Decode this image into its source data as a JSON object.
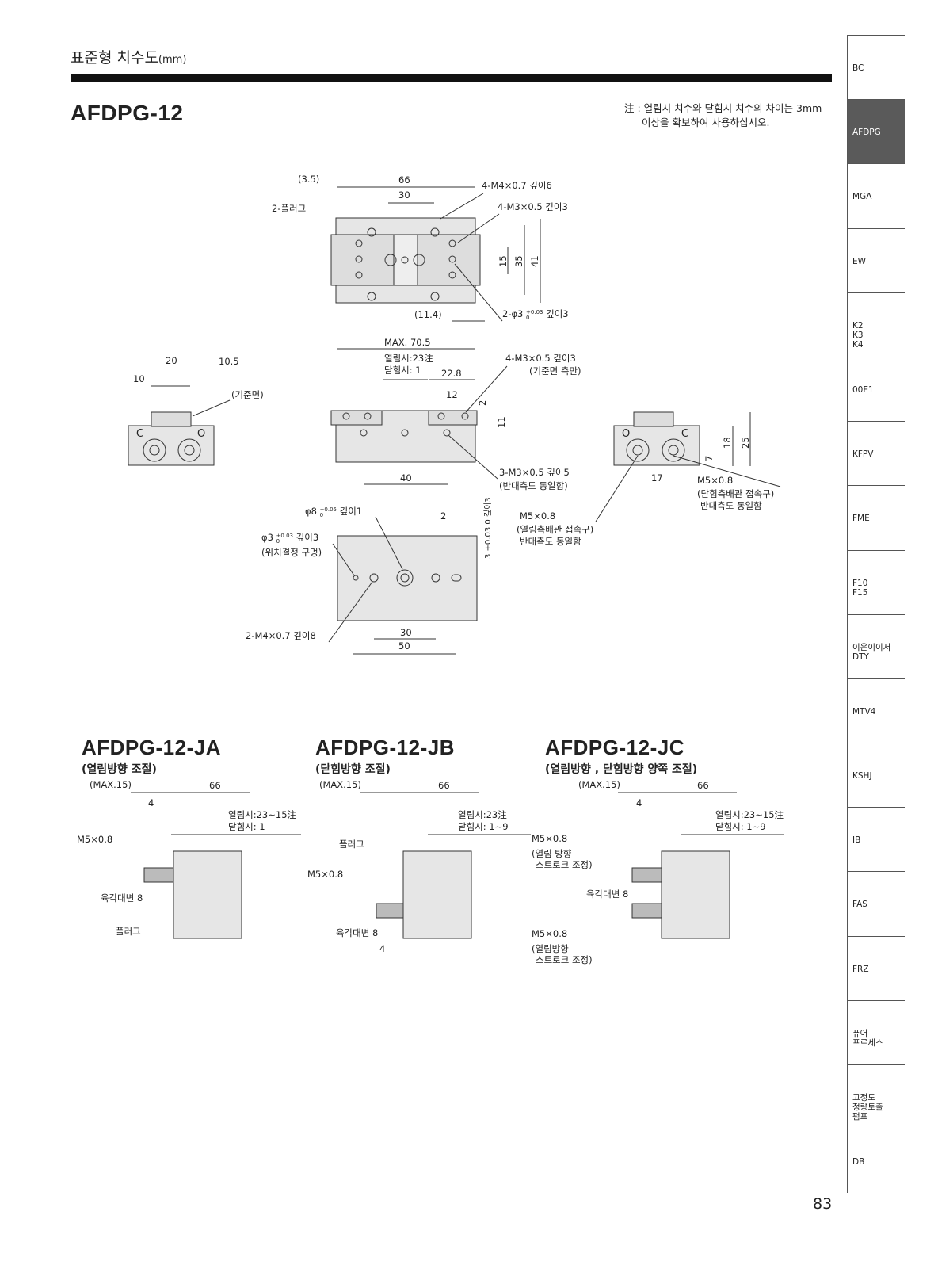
{
  "header": {
    "title": "표준형 치수도",
    "unit": "(mm)"
  },
  "model": "AFDPG-12",
  "note": {
    "line1": "注 : 열림시 치수와 닫힘시 치수의 차이는 3mm",
    "line2": "이상을 확보하여 사용하십시오."
  },
  "top_view": {
    "d35l": "(3.5)",
    "d66": "66",
    "d30": "30",
    "m4": "4-M4×0.7 깊이6",
    "plug": "2-플러그",
    "m3": "4-M3×0.5 깊이3",
    "d15": "15",
    "d35": "35",
    "d41": "41",
    "d114": "(11.4)",
    "phi3": "2-φ3",
    "tol": "+0.03",
    "tol0": "0",
    "depth": "깊이3"
  },
  "front_view": {
    "max": "MAX. 70.5",
    "open": "열림시:23注",
    "close": "닫힘시:  1",
    "d228": "22.8",
    "m3": "4-M3×0.5 깊이3",
    "m3note": "(기준면 측만)",
    "d12": "12",
    "d2": "2",
    "d11": "11",
    "d40": "40",
    "m3b": "3-M3×0.5 깊이5",
    "m3bnote": "(반대측도 동일함)"
  },
  "left_view": {
    "d20": "20",
    "d105": "10.5",
    "d10": "10",
    "ref": "(기준면)",
    "c": "C",
    "o": "O"
  },
  "right_view": {
    "o": "O",
    "c": "C",
    "d7": "7",
    "d18": "18",
    "d25": "25",
    "d17": "17",
    "m5": "M5×0.8",
    "m5note1": "(닫힘측배관 접속구)",
    "m5note2": "반대측도 동일함"
  },
  "bottom_view": {
    "phi8": "φ8",
    "phi8tol": "+0.05",
    "phi8tol0": "0",
    "phi8depth": "깊이1",
    "phi3": "φ3",
    "phi3tol": "+0.03",
    "phi3tol0": "0",
    "phi3depth": "깊이3",
    "phi3note": "(위치결정 구멍)",
    "d2": "2",
    "slot": "3 +0.03 0 깊이3",
    "m5": "M5×0.8",
    "m5note1": "(열림측배관 접속구)",
    "m5note2": "반대측도 동일함",
    "m4": "2-M4×0.7 깊이8",
    "d30": "30",
    "d50": "50"
  },
  "ja": {
    "title": "AFDPG-12-JA",
    "subtitle": "(열림방향 조절)",
    "max": "(MAX.15)",
    "d66": "66",
    "d4": "4",
    "open": "열림시:23∼15注",
    "close": "닫힘시:  1",
    "m5": "M5×0.8",
    "hex": "육각대변 8",
    "plug": "플러그"
  },
  "jb": {
    "title": "AFDPG-12-JB",
    "subtitle": "(닫힘방향 조절)",
    "max": "(MAX.15)",
    "d66": "66",
    "open": "열림시:23注",
    "close": "닫힘시:  1∼9",
    "plug": "플러그",
    "m5": "M5×0.8",
    "hex": "육각대변 8",
    "d4": "4"
  },
  "jc": {
    "title": "AFDPG-12-JC",
    "subtitle": "(열림방향 , 닫힘방향 양쪽 조절)",
    "max": "(MAX.15)",
    "d66": "66",
    "d4": "4",
    "open": "열림시:23∼15注",
    "close": "닫힘시:  1∼9",
    "m5a": "M5×0.8",
    "m5a1": "(열림 방향",
    "m5a2": "스트로크 조정)",
    "hex": "육각대변 8",
    "m5b": "M5×0.8",
    "m5b1": "(열림방향",
    "m5b2": "스트로크 조정)"
  },
  "sidebar": [
    "BC",
    "AFDPG",
    "MGA",
    "EW",
    "K2\nK3\nK4",
    "00E1",
    "KFPV",
    "FME",
    "F10\nF15",
    "이온이이저\nDTY",
    "MTV4",
    "KSHJ",
    "IB",
    "FAS",
    "FRZ",
    "퓨어\n프로세스",
    "고정도\n정량토출\n펌프",
    "DB"
  ],
  "page_number": "83"
}
